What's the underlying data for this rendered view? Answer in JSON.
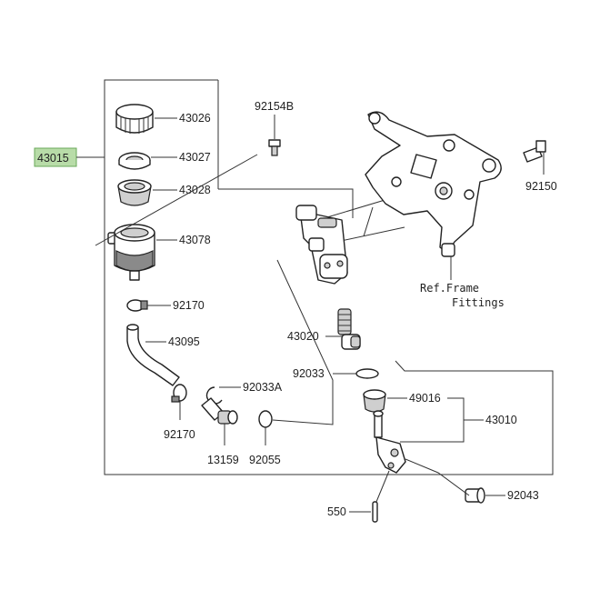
{
  "labels": {
    "p43015": "43015",
    "p43026": "43026",
    "p43027": "43027",
    "p43028": "43028",
    "p43078": "43078",
    "p92170a": "92170",
    "p43095": "43095",
    "p92170b": "92170",
    "p13159": "13159",
    "p92055": "92055",
    "p92033A": "92033A",
    "p92154B": "92154B",
    "p92150": "92150",
    "ref_frame_line1": "Ref.Frame",
    "ref_frame_line2": "Fittings",
    "p43020": "43020",
    "p92033": "92033",
    "p49016": "49016",
    "p43010": "43010",
    "p550": "550",
    "p92043": "92043"
  },
  "colors": {
    "highlight": "#b8dca8"
  }
}
